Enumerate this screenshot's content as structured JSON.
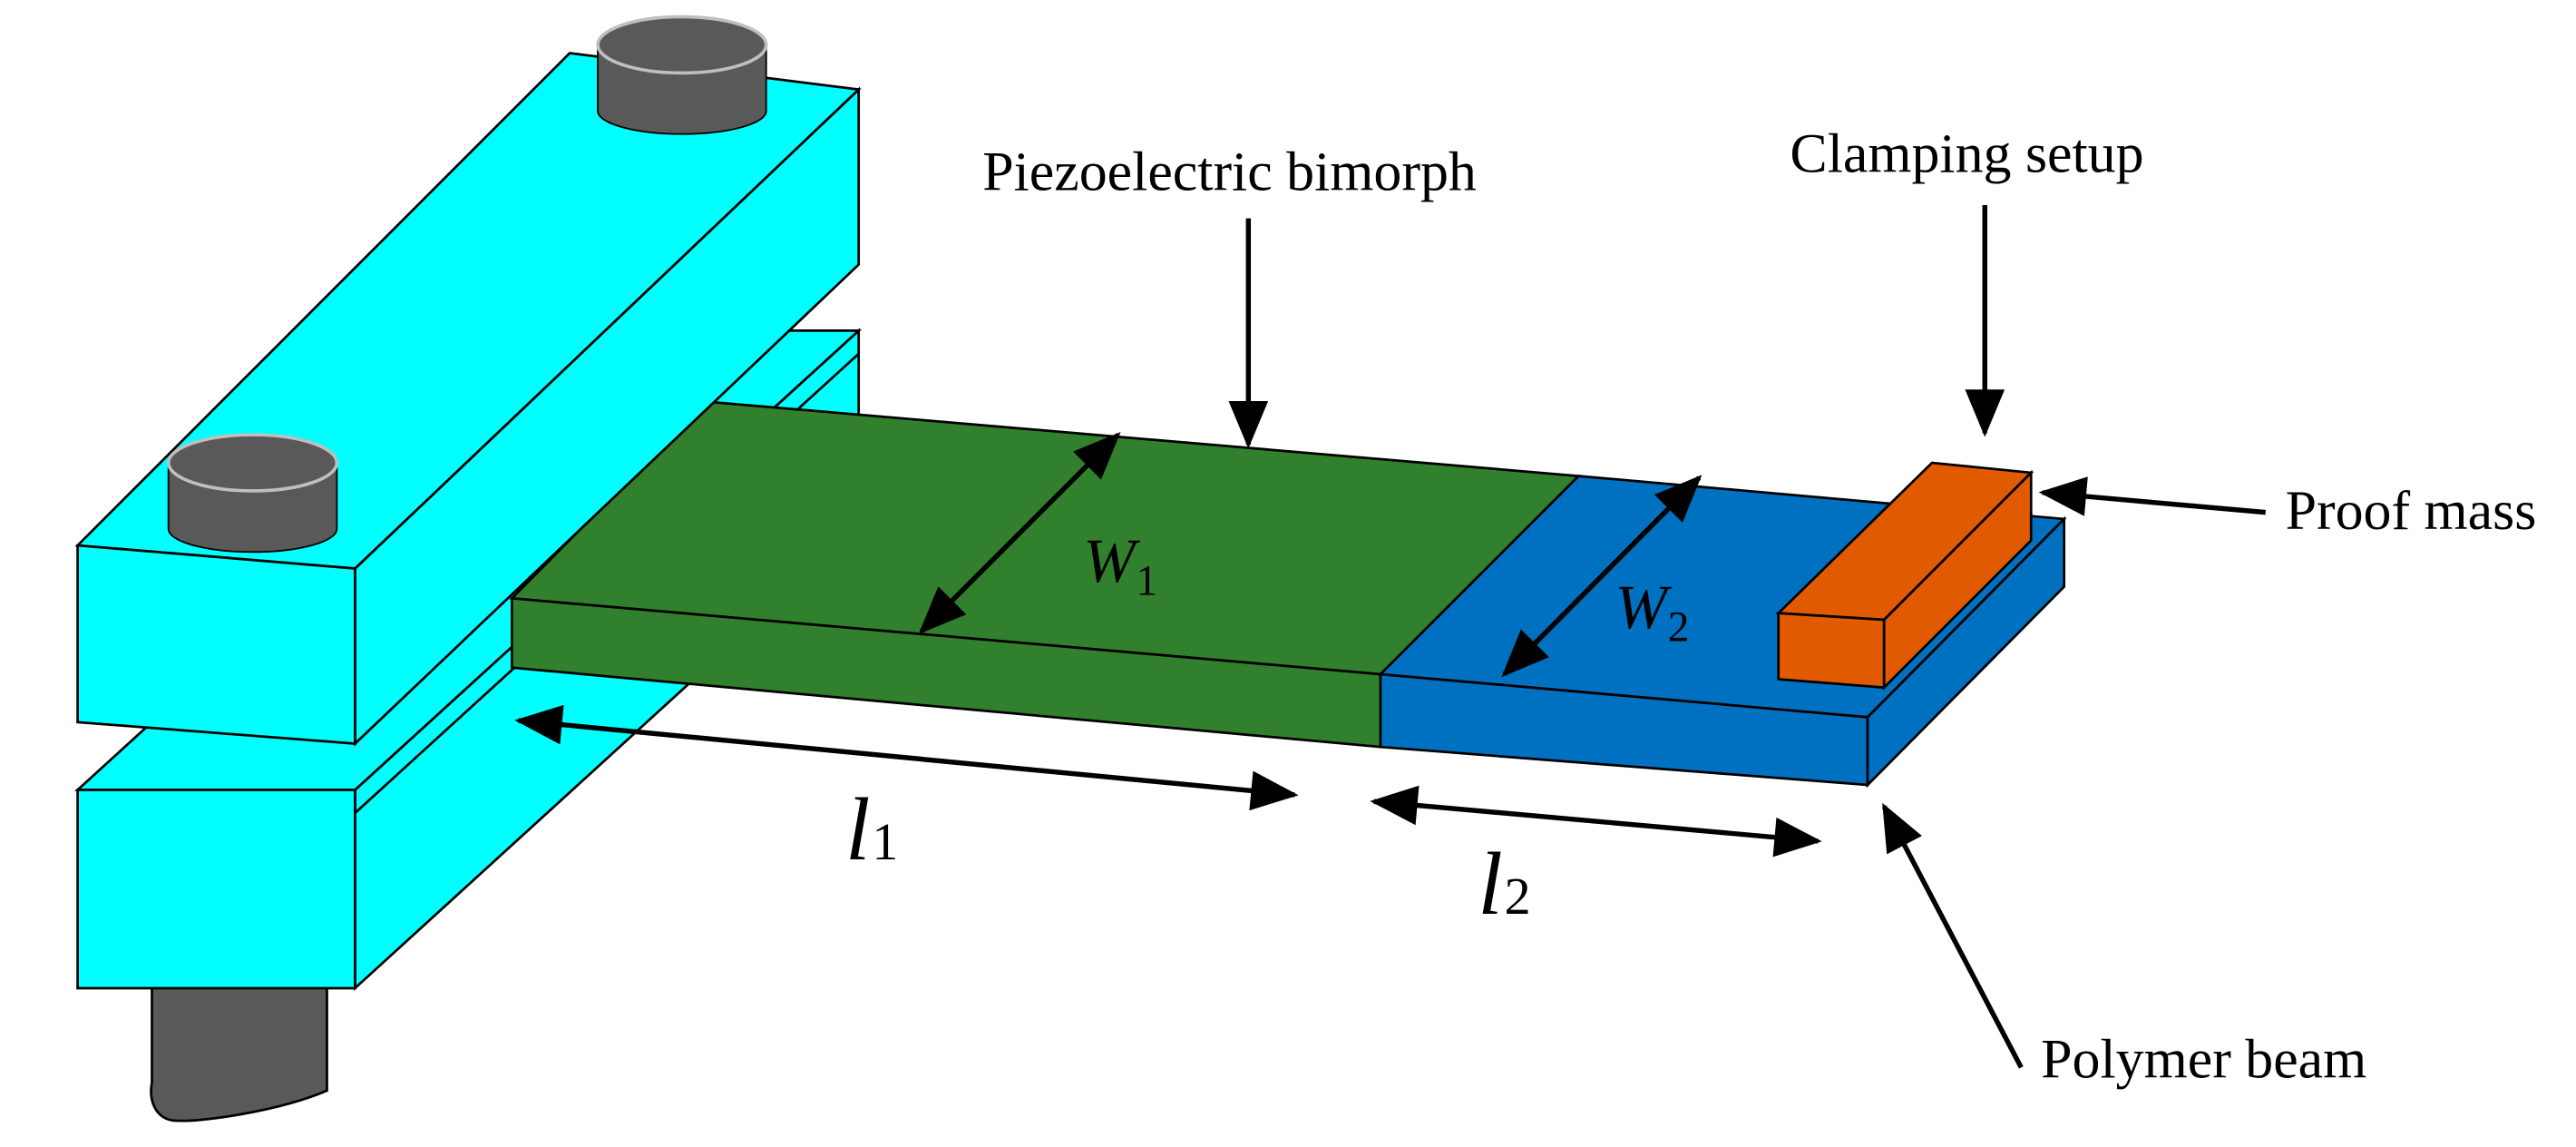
{
  "labels": {
    "piezo": "Piezoelectric bimorph",
    "clamping": "Clamping setup",
    "proof_mass": "Proof mass",
    "polymer_beam": "Polymer beam"
  },
  "dimensions": {
    "w1_symbol": "W",
    "w1_sub": "1",
    "w2_symbol": "W",
    "w2_sub": "2",
    "l1_symbol": "l",
    "l1_sub": "1",
    "l2_symbol": "l",
    "l2_sub": "2"
  },
  "colors": {
    "clamp": "#00FFFF",
    "screw": "#595959",
    "piezo": "#31802D",
    "polymer": "#0070C0",
    "proof_mass": "#E15A00",
    "stroke": "#000000"
  }
}
